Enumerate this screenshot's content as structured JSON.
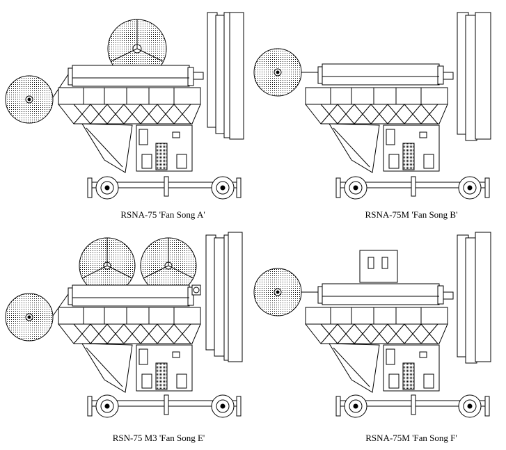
{
  "panels": [
    {
      "caption": "RSNA-75 'Fan Song A'"
    },
    {
      "caption": "RSNA-75M 'Fan Song B'"
    },
    {
      "caption": "RSN-75 M3  'Fan Song E'"
    },
    {
      "caption": "RSNA-75M  'Fan Song F'"
    }
  ]
}
